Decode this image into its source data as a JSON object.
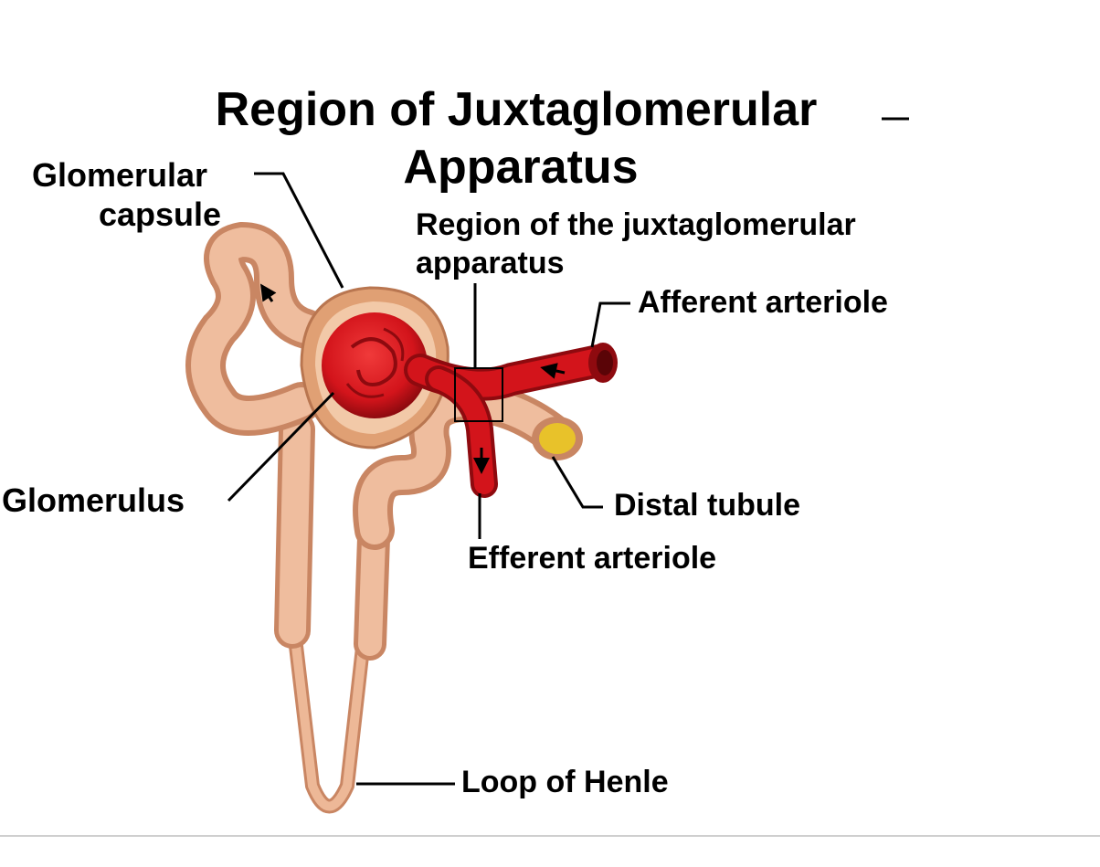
{
  "title": {
    "line1": "Region of Juxtaglomerular",
    "line2": "Apparatus"
  },
  "labels": {
    "glomerular_capsule_1": "Glomerular",
    "glomerular_capsule_2": "capsule",
    "jga_region_1": "Region of the juxtaglomerular",
    "jga_region_2": "apparatus",
    "afferent_arteriole": "Afferent arteriole",
    "glomerulus": "Glomerulus",
    "distal_tubule": "Distal tubule",
    "efferent_arteriole": "Efferent arteriole",
    "loop_of_henle": "Loop of Henle"
  },
  "colors": {
    "tubule": "#e9b08f",
    "tubule_dark": "#c98663",
    "capsule": "#e0a074",
    "blood": "#d3141b",
    "blood_dark": "#8e0a0f",
    "lumen": "#e8c22a",
    "line": "#000000"
  }
}
